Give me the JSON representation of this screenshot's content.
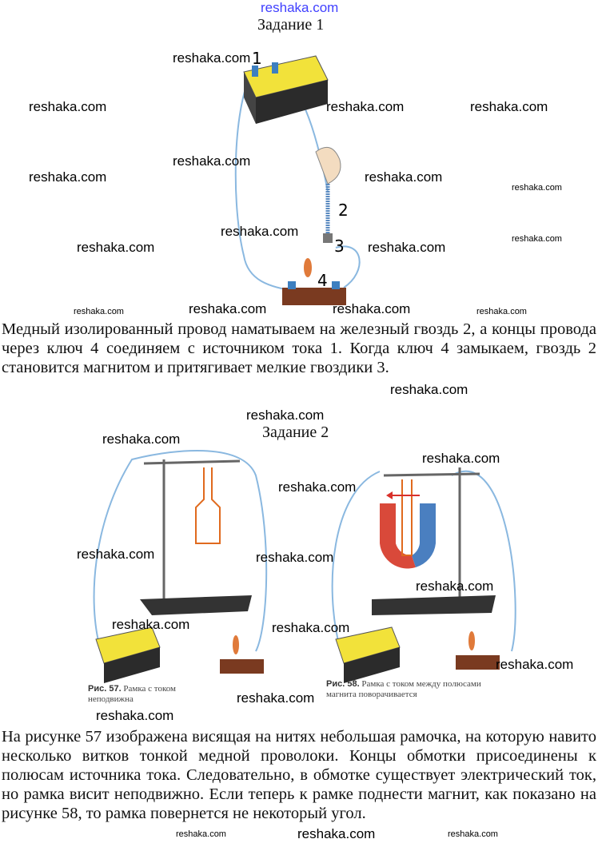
{
  "site": "reshaka.com",
  "task1": {
    "title": "Задание 1",
    "labels": [
      "1",
      "2",
      "3",
      "4"
    ],
    "text": "Медный изолированный провод наматываем на железный гвоздь 2, а концы провода через ключ 4 соединяем с источником тока 1. Когда ключ 4 замыкаем, гвоздь 2 становится магнитом и притягивает мелкие гвоздики 3."
  },
  "task2": {
    "title": "Задание 2",
    "fig57": {
      "num": "Рис. 57.",
      "caption": "Рамка с током неподвижна"
    },
    "fig58": {
      "num": "Рис. 58.",
      "caption": "Рамка с током между полюсами магнита поворачивается"
    },
    "text": "На рисунке 57 изображена висящая на нитях небольшая рамочка, на которую навито несколько витков тонкой медной проволоки. Концы обмотки присоединены к полюсам источника тока. Следовательно, в обмотке существует электрический ток, но рамка висит неподвижно. Если теперь к рамке поднести магнит, как показано на рисунке 58, то рамка повернется не некоторый угол."
  },
  "colors": {
    "top_link": "#4040ff",
    "battery": "#f2e23a",
    "wire": "#8ab8e0",
    "frame": "#e06a1e",
    "magnet_red": "#d9493a",
    "magnet_blue": "#4a7fc0"
  }
}
